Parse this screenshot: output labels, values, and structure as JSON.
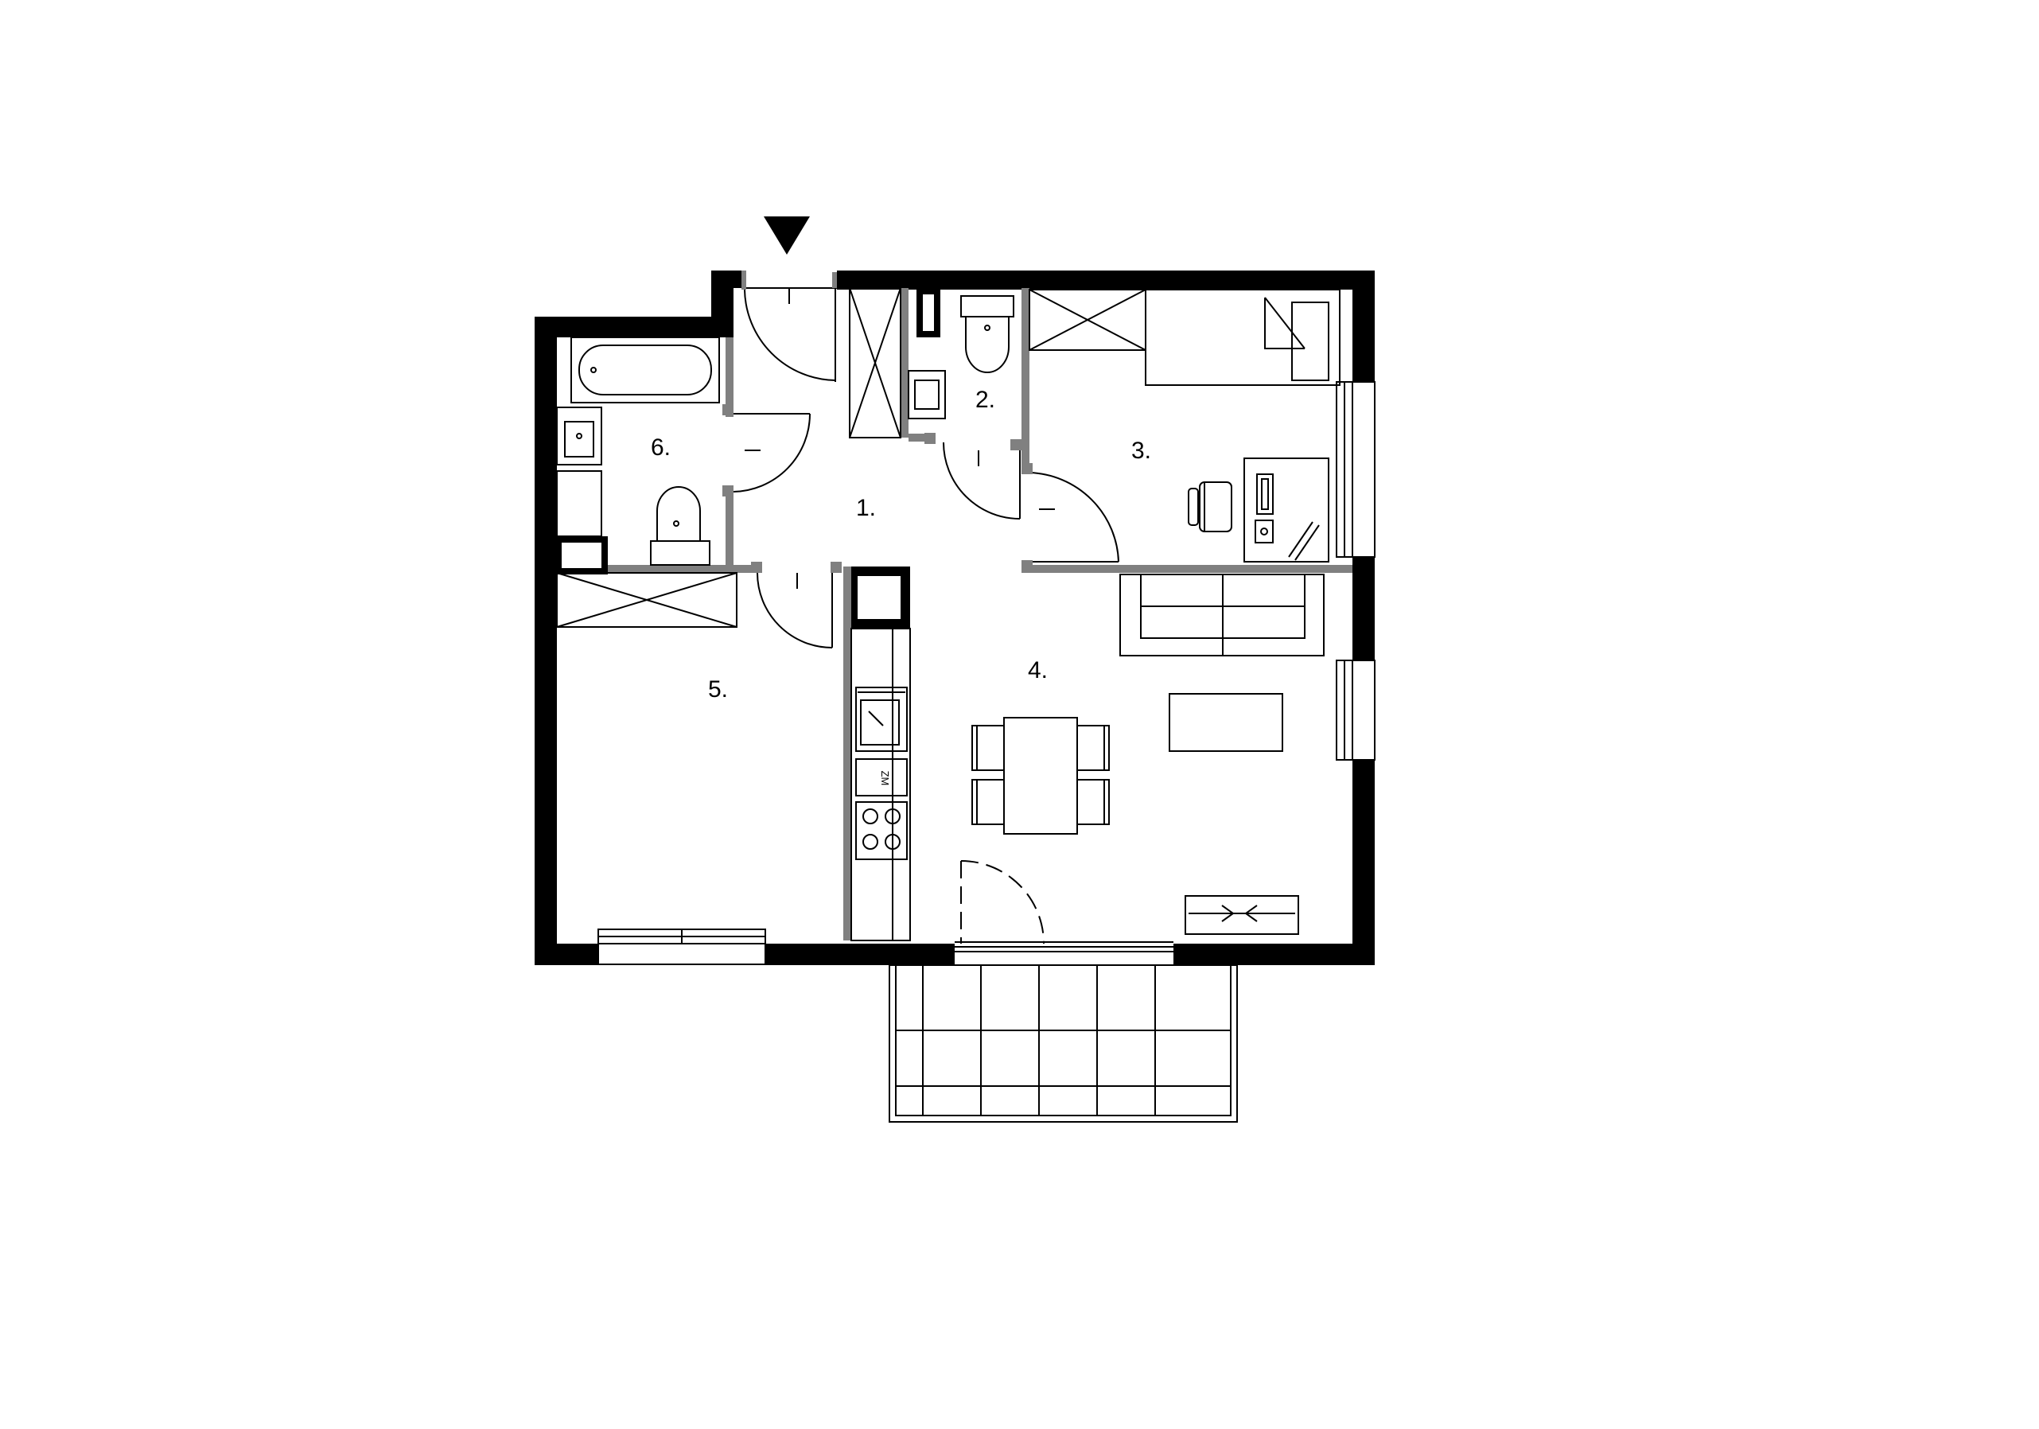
{
  "plan": {
    "rooms": [
      {
        "id": "room-1",
        "label": "1."
      },
      {
        "id": "room-2",
        "label": "2."
      },
      {
        "id": "room-3",
        "label": "3."
      },
      {
        "id": "room-4",
        "label": "4."
      },
      {
        "id": "room-5",
        "label": "5."
      },
      {
        "id": "room-6",
        "label": "6."
      }
    ],
    "fixtures": {
      "washer_label": "ZM"
    }
  }
}
